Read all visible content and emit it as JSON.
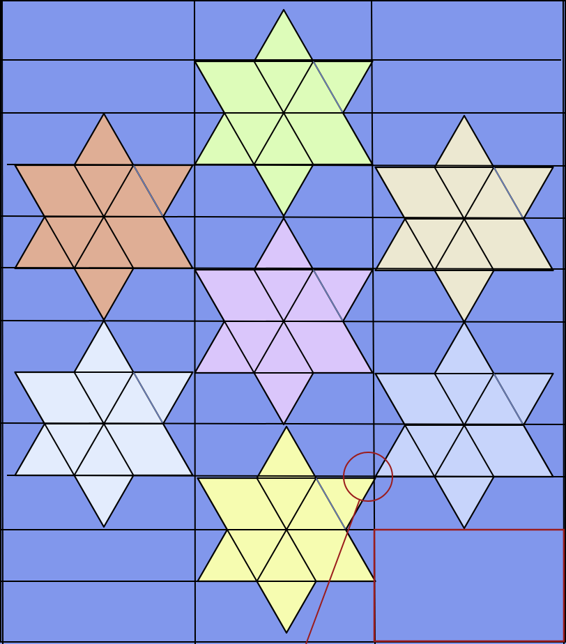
{
  "colors": {
    "background": "#8197ec",
    "grid_line": "#000000",
    "outline": "#000000",
    "highlight": "#9b1c1c",
    "seam": "#7f9ae6"
  },
  "stars": [
    {
      "name": "star-peach",
      "fill": "#dfae95"
    },
    {
      "name": "star-light-green",
      "fill": "#ddfcb9"
    },
    {
      "name": "star-beige",
      "fill": "#ece8d1"
    },
    {
      "name": "star-lavender",
      "fill": "#dac6fb"
    },
    {
      "name": "star-pale-blue",
      "fill": "#e3ecfd"
    },
    {
      "name": "star-periwinkle",
      "fill": "#c7d4fb"
    },
    {
      "name": "star-pale-yellow",
      "fill": "#f6fcb0"
    }
  ],
  "annotations": {
    "circle_marker": "circle-marker",
    "pointer_line": "pointer-line",
    "highlight_box": "highlight-box"
  }
}
